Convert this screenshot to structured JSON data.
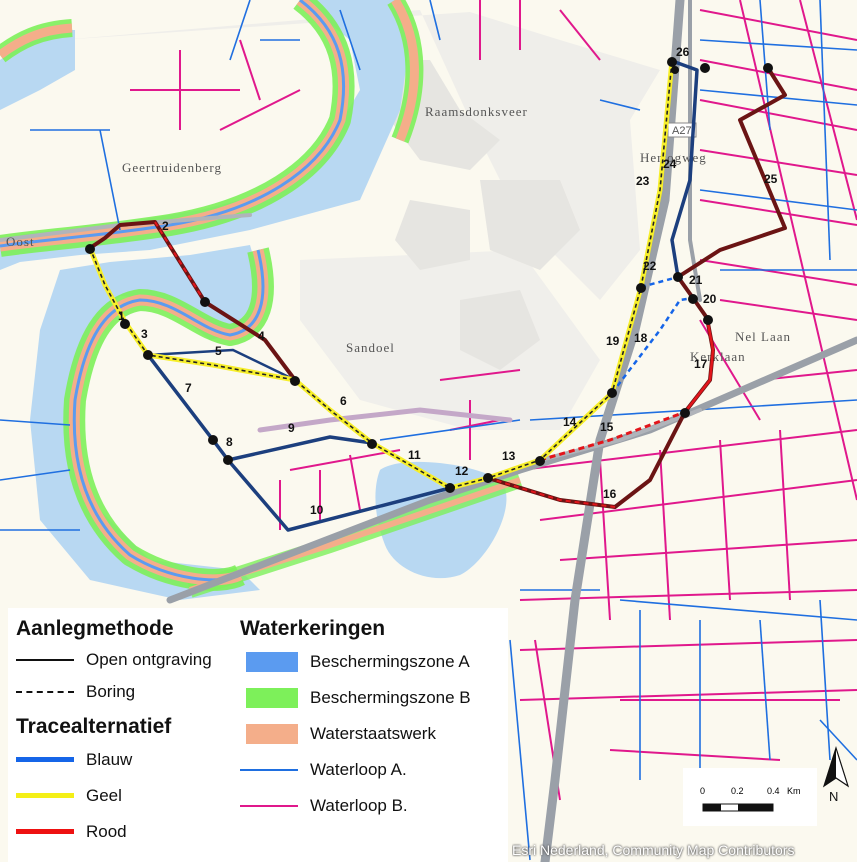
{
  "map": {
    "places": [
      "Geertruidenberg",
      "Raamsdonksveer",
      "Sandoel",
      "Hertogweg",
      "Nel Laan",
      "Kerklaan",
      "Oost"
    ],
    "road_label": "A27",
    "route_numbers": [
      "1",
      "2",
      "3",
      "4",
      "5",
      "6",
      "7",
      "8",
      "9",
      "10",
      "11",
      "12",
      "13",
      "14",
      "15",
      "16",
      "17",
      "18",
      "19",
      "20",
      "21",
      "22",
      "23",
      "24",
      "25",
      "26"
    ],
    "colors": {
      "blauw": "#1c4fa3",
      "geel": "#f7ef2a",
      "rood": "#e3151b",
      "dark_red": "#6b1414",
      "zone_a": "#5b9bf0",
      "zone_b": "#7df05a",
      "waterstaatswerk": "#f4ae8a",
      "waterloop_a": "#1f6fe0",
      "waterloop_b": "#e0188c",
      "road": "#9aa0a8"
    }
  },
  "legend": {
    "aanleg": {
      "title": "Aanlegmethode",
      "items": [
        {
          "label": "Open ontgraving",
          "style": "solid"
        },
        {
          "label": "Boring",
          "style": "dashed"
        }
      ]
    },
    "trace": {
      "title": "Tracealternatief",
      "items": [
        {
          "label": "Blauw",
          "color": "#1565e8"
        },
        {
          "label": "Geel",
          "color": "#f4ef16"
        },
        {
          "label": "Rood",
          "color": "#ee1111"
        }
      ]
    },
    "water": {
      "title": "Waterkeringen",
      "items": [
        {
          "label": "Beschermingszone A",
          "color": "#5b9bf0",
          "kind": "box"
        },
        {
          "label": "Beschermingszone B",
          "color": "#7df05a",
          "kind": "box"
        },
        {
          "label": "Waterstaatswerk",
          "color": "#f4ae8a",
          "kind": "box"
        },
        {
          "label": "Waterloop A.",
          "color": "#1f6fe0",
          "kind": "line"
        },
        {
          "label": "Waterloop B.",
          "color": "#e0188c",
          "kind": "line"
        }
      ]
    }
  },
  "scale": {
    "ticks": [
      "0",
      "0.2",
      "0.4"
    ],
    "unit": "Km",
    "north": "N"
  },
  "attribution": "Esri Nederland, Community Map Contributors"
}
